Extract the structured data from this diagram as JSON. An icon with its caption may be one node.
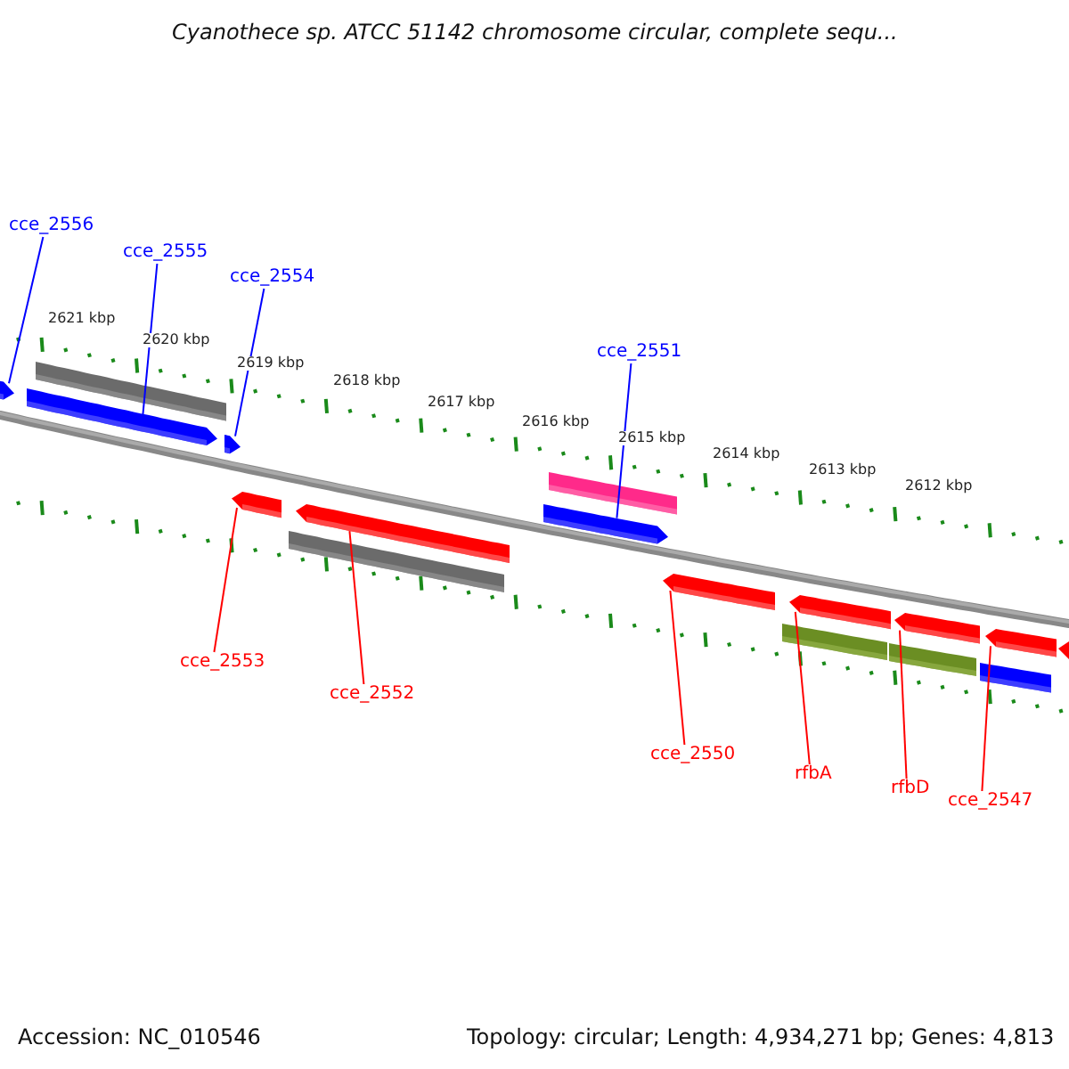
{
  "diagram": {
    "title": "Cyanothece sp. ATCC 51142 chromosome circular, complete sequ...",
    "nodes": [
      {
        "text": [
          "cce_2556"
        ]
      },
      {
        "text": [
          "cce_2555"
        ]
      },
      {
        "text": [
          "cce_2554"
        ]
      },
      {
        "text": [
          "cce_2551"
        ]
      },
      {
        "text": [
          "cce_2553"
        ]
      },
      {
        "text": [
          "cce_2552"
        ]
      },
      {
        "text": [
          "cce_2550"
        ]
      },
      {
        "text": [
          "rfbA"
        ]
      },
      {
        "text": [
          "rfbD"
        ]
      },
      {
        "text": [
          "cce_2547"
        ]
      },
      {
        "text": [],
        "shape": "arrow"
      },
      {
        "text": [],
        "shape": "arrow"
      },
      {
        "text": [],
        "shape": "arrow"
      },
      {
        "text": [],
        "shape": "arrow"
      },
      {
        "text": [],
        "shape": "arrow"
      },
      {
        "text": [],
        "shape": "arrow"
      },
      {
        "text": [],
        "shape": "arrow"
      },
      {
        "text": [],
        "shape": "arrow"
      },
      {
        "text": [],
        "shape": "arrow"
      },
      {
        "text": [],
        "shape": "arrow"
      }
    ],
    "edges": [
      {
        "from": 0,
        "to": 10,
        "arrow": "none",
        "color": "#0000ff"
      },
      {
        "from": 1,
        "to": 11,
        "arrow": "none",
        "color": "#0000ff"
      },
      {
        "from": 2,
        "to": 12,
        "arrow": "none",
        "color": "#0000ff"
      },
      {
        "from": 3,
        "to": 15,
        "arrow": "none",
        "color": "#0000ff"
      },
      {
        "from": 4,
        "to": 13,
        "arrow": "none"
      },
      {
        "from": 5,
        "to": 14,
        "arrow": "none"
      },
      {
        "from": 6,
        "to": 16,
        "arrow": "none"
      },
      {
        "from": 7,
        "to": 17,
        "arrow": "none"
      },
      {
        "from": 8,
        "to": 18,
        "arrow": "none"
      },
      {
        "from": 9,
        "to": 19,
        "arrow": "none"
      }
    ],
    "labels": [
      "2621 kbp",
      "2620 kbp",
      "2619 kbp",
      "2618 kbp",
      "2617 kbp",
      "2616 kbp",
      "2615 kbp",
      "2614 kbp",
      "2613 kbp",
      "2612 kbp",
      "Accession: NC_010546",
      "Topology: circular; Length: 4,934,271 bp; Genes: 4,813"
    ]
  }
}
